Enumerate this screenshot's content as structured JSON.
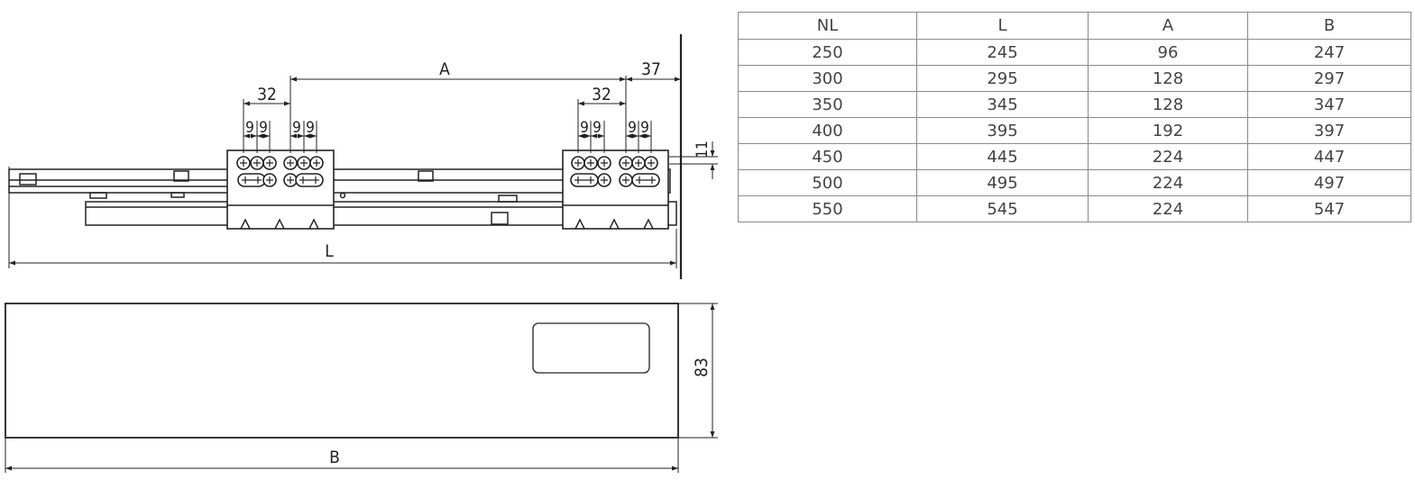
{
  "diagram": {
    "labels": {
      "A": "A",
      "L": "L",
      "B": "B",
      "offset_37": "37",
      "pitch_32_left": "32",
      "pitch_32_right": "32",
      "hole_9_1": "9",
      "hole_9_2": "9",
      "hole_9_3": "9",
      "hole_9_4": "9",
      "hole_9_5": "9",
      "hole_9_6": "9",
      "hole_9_7": "9",
      "hole_9_8": "9",
      "height_11": "11",
      "height_83": "83"
    }
  },
  "table": {
    "headers": [
      "NL",
      "L",
      "A",
      "B"
    ],
    "rows": [
      [
        "250",
        "245",
        "96",
        "247"
      ],
      [
        "300",
        "295",
        "128",
        "297"
      ],
      [
        "350",
        "345",
        "128",
        "347"
      ],
      [
        "400",
        "395",
        "192",
        "397"
      ],
      [
        "450",
        "445",
        "224",
        "447"
      ],
      [
        "500",
        "495",
        "224",
        "497"
      ],
      [
        "550",
        "545",
        "224",
        "547"
      ]
    ]
  }
}
